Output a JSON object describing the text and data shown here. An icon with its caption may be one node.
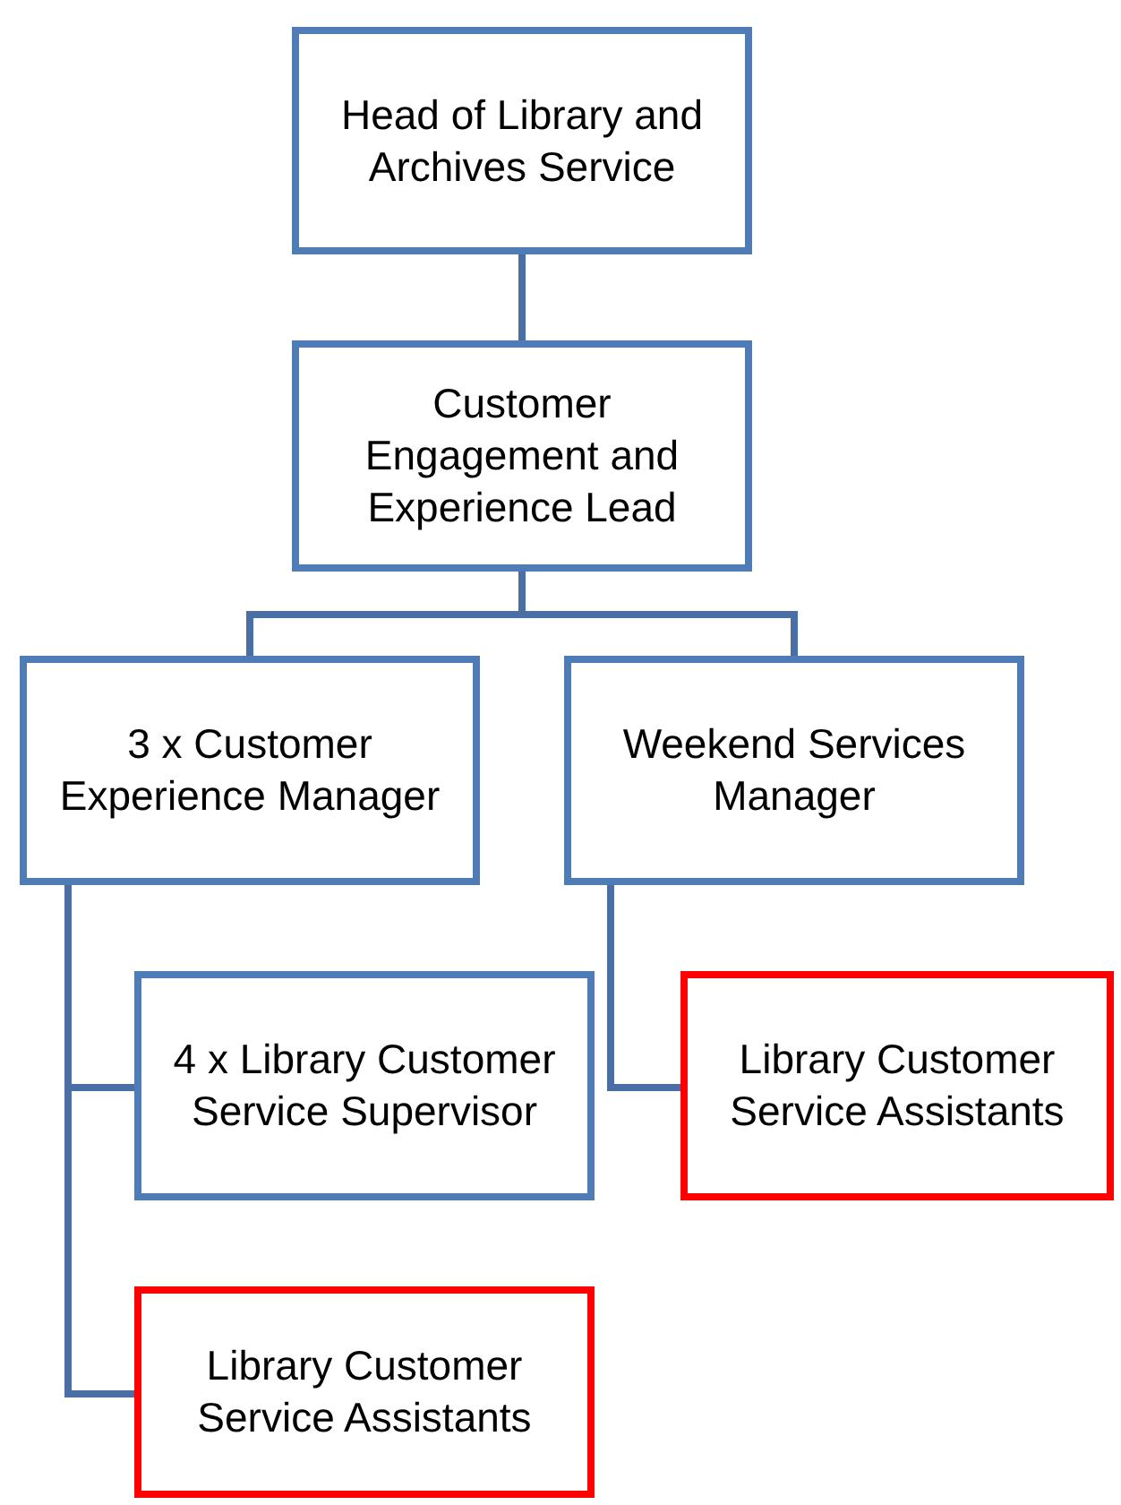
{
  "diagram": {
    "nodes": [
      {
        "text": [
          "Head of Library and Archives Service"
        ]
      },
      {
        "text": [
          "Customer Engagement and Experience Lead"
        ]
      },
      {
        "text": [
          "3 x Customer Experience Manager"
        ]
      },
      {
        "text": [
          "Weekend Services Manager"
        ]
      },
      {
        "text": [
          "4 x Library Customer Service Supervisor"
        ]
      },
      {
        "text": [
          "Library Customer Service Assistants"
        ]
      },
      {
        "text": [
          "Library Customer Service Assistants"
        ]
      }
    ],
    "edges": [
      {
        "from": 0,
        "to": 1,
        "arrow": "none"
      },
      {
        "from": 1,
        "to": 2,
        "arrow": "none"
      },
      {
        "from": 1,
        "to": 3,
        "arrow": "none"
      },
      {
        "from": 2,
        "to": 4,
        "arrow": "none"
      },
      {
        "from": 2,
        "to": 6,
        "arrow": "none"
      },
      {
        "from": 3,
        "to": 5,
        "arrow": "none"
      }
    ]
  }
}
